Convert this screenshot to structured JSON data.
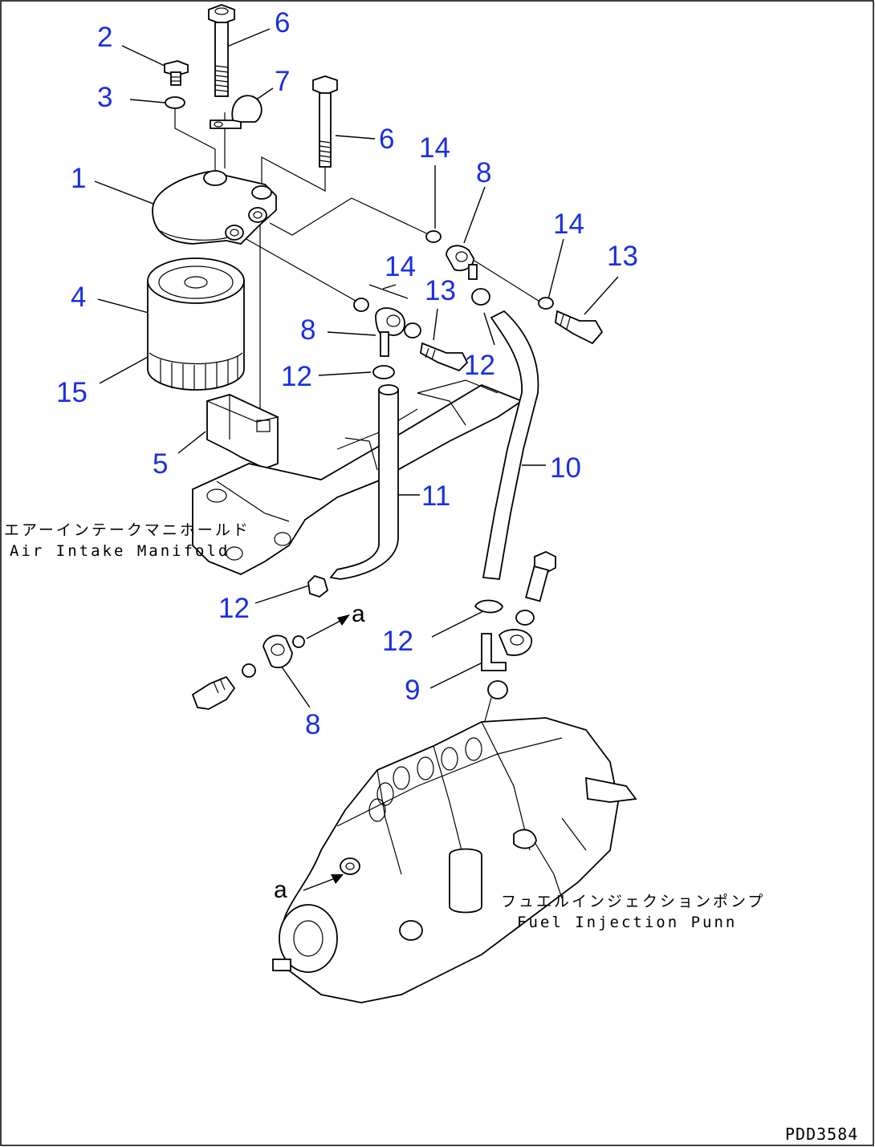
{
  "callouts": [
    {
      "id": "c-2",
      "text": "2"
    },
    {
      "id": "c-6a",
      "text": "6"
    },
    {
      "id": "c-3",
      "text": "3"
    },
    {
      "id": "c-7",
      "text": "7"
    },
    {
      "id": "c-6b",
      "text": "6"
    },
    {
      "id": "c-1",
      "text": "1"
    },
    {
      "id": "c-14a",
      "text": "14"
    },
    {
      "id": "c-8a",
      "text": "8"
    },
    {
      "id": "c-14b",
      "text": "14"
    },
    {
      "id": "c-13a",
      "text": "13"
    },
    {
      "id": "c-4",
      "text": "4"
    },
    {
      "id": "c-14c",
      "text": "14"
    },
    {
      "id": "c-13b",
      "text": "13"
    },
    {
      "id": "c-8b",
      "text": "8"
    },
    {
      "id": "c-12a",
      "text": "12"
    },
    {
      "id": "c-12b",
      "text": "12"
    },
    {
      "id": "c-15",
      "text": "15"
    },
    {
      "id": "c-5",
      "text": "5"
    },
    {
      "id": "c-10",
      "text": "10"
    },
    {
      "id": "c-11",
      "text": "11"
    },
    {
      "id": "c-12c",
      "text": "12"
    },
    {
      "id": "c-12d",
      "text": "12"
    },
    {
      "id": "c-9",
      "text": "9"
    },
    {
      "id": "c-8c",
      "text": "8"
    }
  ],
  "labels": {
    "manifold_jp": "エアーインテークマニホールド",
    "manifold_en": "Air Intake Manifold",
    "pump_jp": "フュエルインジェクションポンプ",
    "pump_en": "Fuel Injection Punn"
  },
  "references": {
    "a_arrow": "a",
    "a_pump": "a"
  },
  "drawing_code": "PDD3584",
  "colors": {
    "callout": "#1a2ee6",
    "linework": "#000000",
    "background": "#ffffff"
  }
}
